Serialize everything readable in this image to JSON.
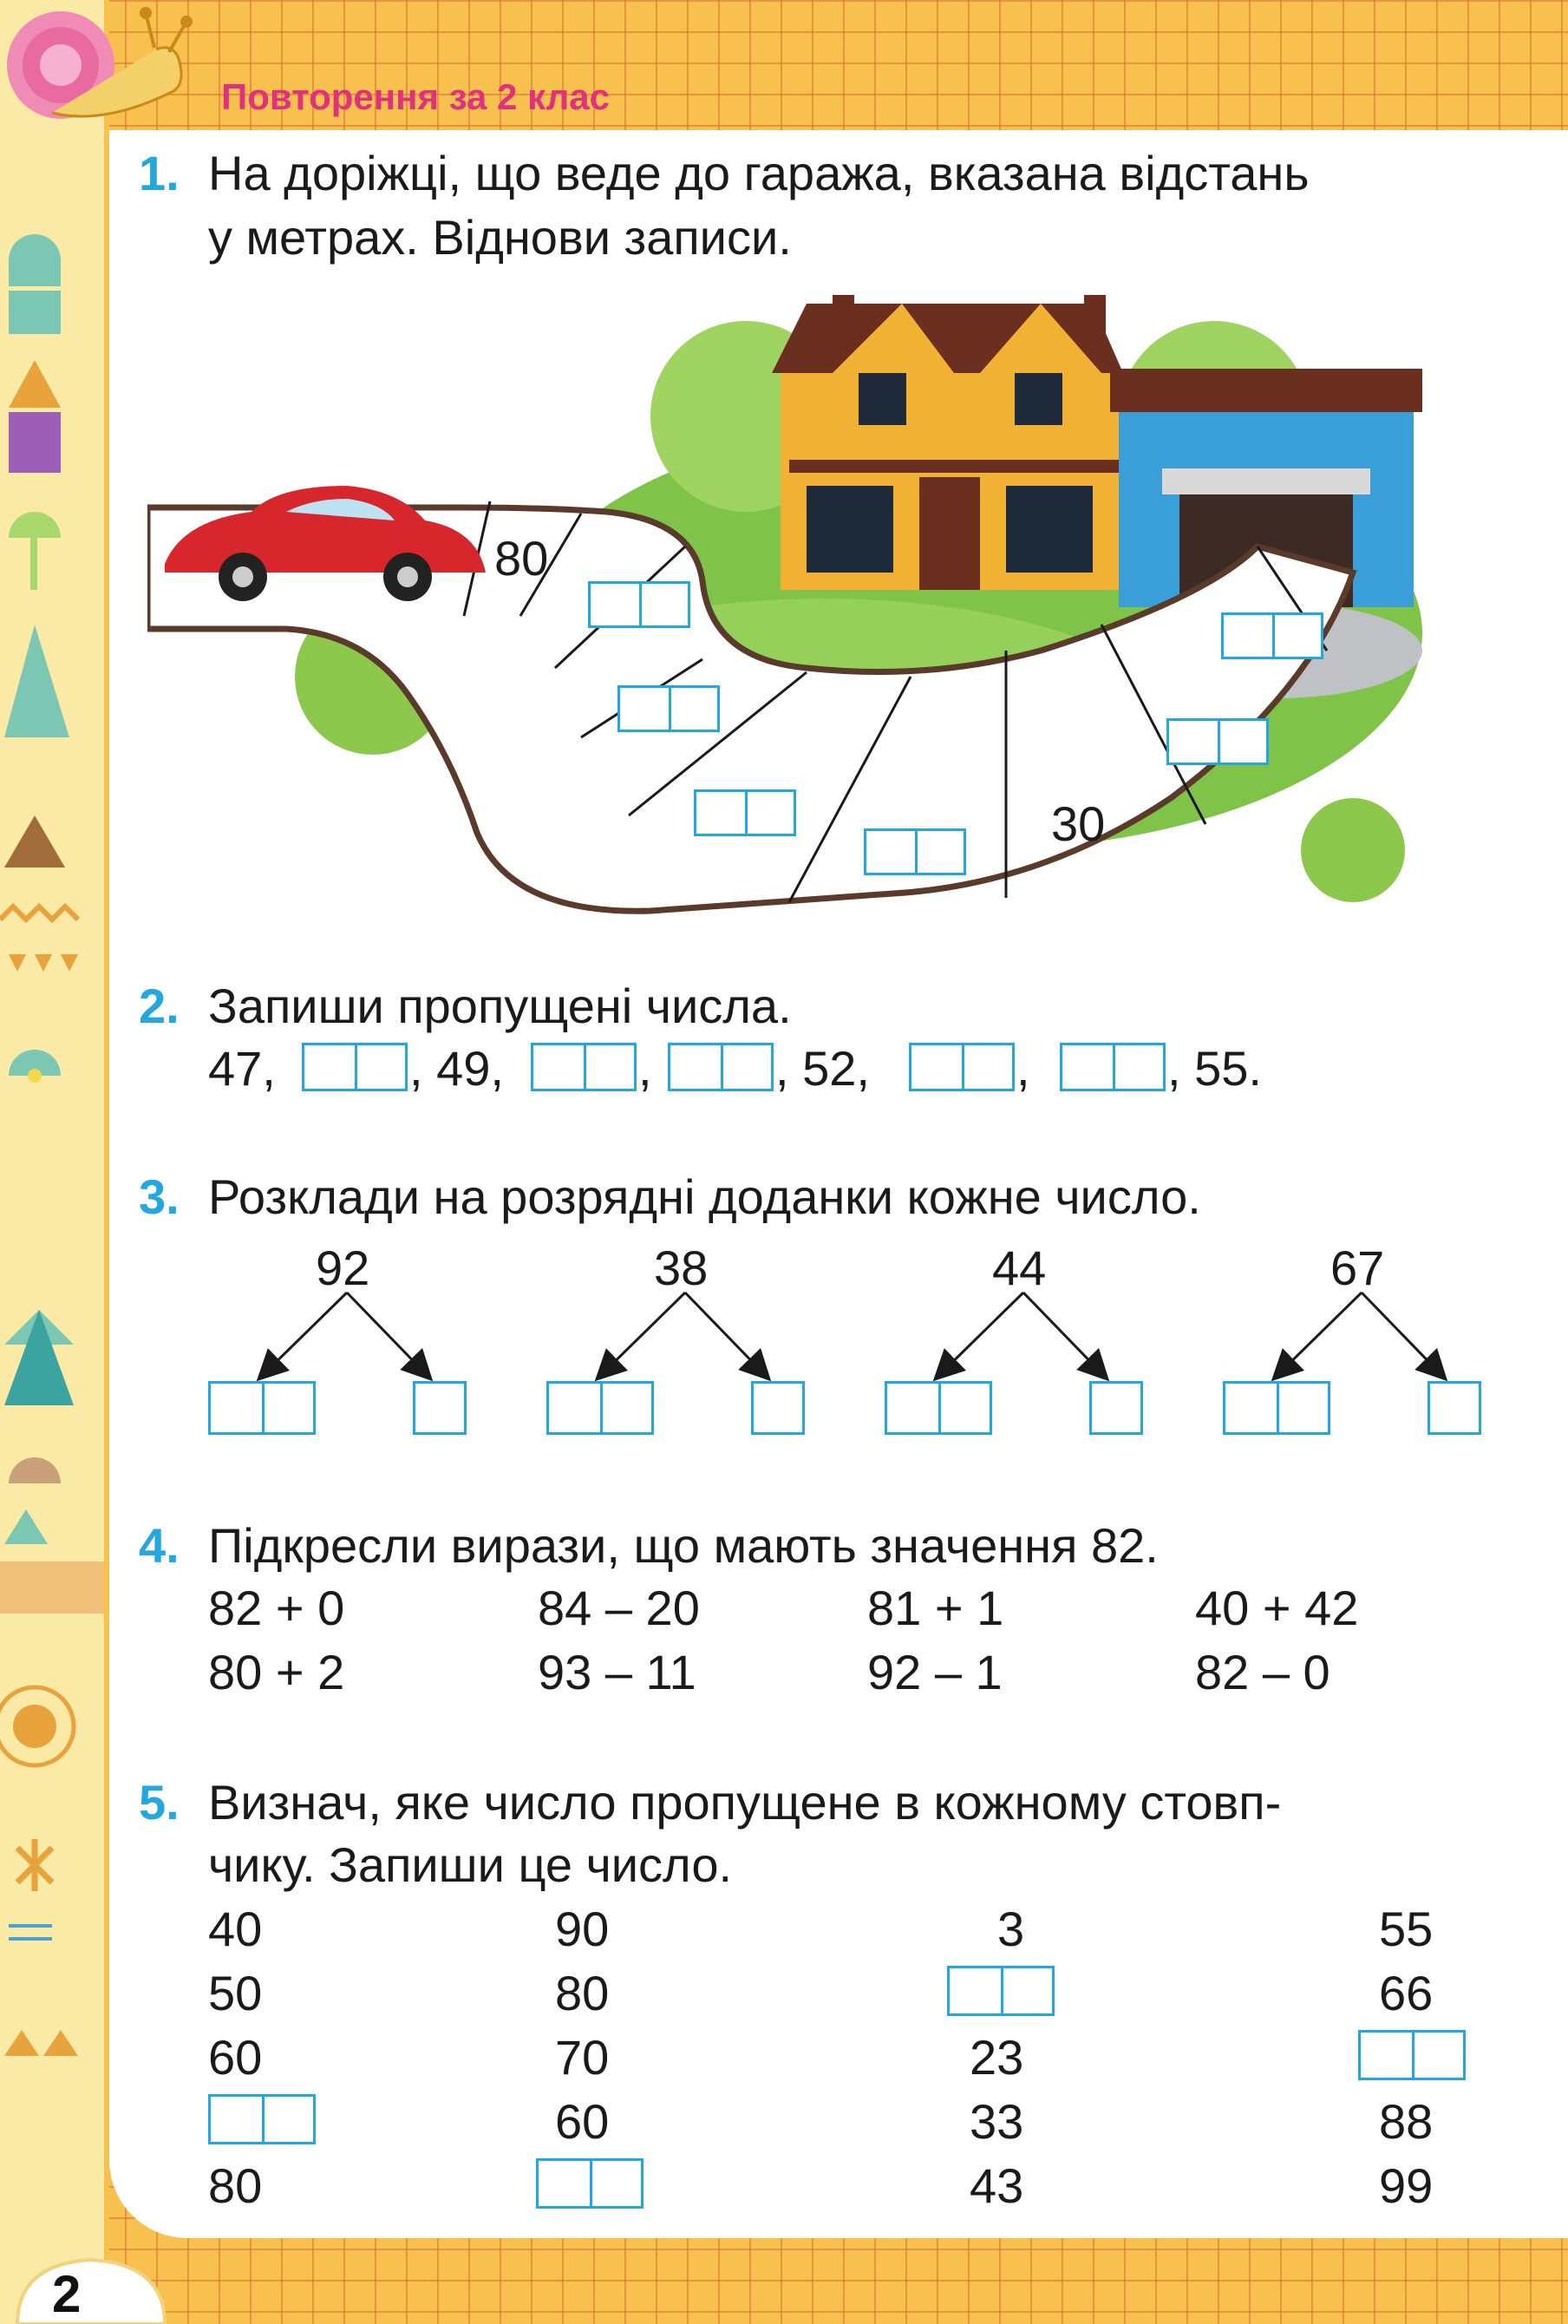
{
  "header": {
    "title": "Повторення за 2 клас",
    "page_number": "2"
  },
  "task1": {
    "number": "1.",
    "line1": "На доріжці, що веде до гаража, вказана відстань",
    "line2": "у метрах. Віднови записи.",
    "road_values": [
      "80",
      "30"
    ]
  },
  "task2": {
    "number": "2.",
    "text": "Запиши пропущені числа.",
    "items": [
      "47,",
      ", 49,",
      ",",
      ", 52,",
      ",",
      ", 55."
    ]
  },
  "task3": {
    "number": "3.",
    "text": "Розклади на розрядні доданки кожне число.",
    "numbers": [
      "92",
      "38",
      "44",
      "67"
    ]
  },
  "task4": {
    "number": "4.",
    "text": "Підкресли вирази, що мають значення 82.",
    "row1": [
      "82 + 0",
      "84 – 20",
      "81 + 1",
      "40 + 42"
    ],
    "row2": [
      "80 + 2",
      "93 – 11",
      "92 – 1",
      "82 – 0"
    ]
  },
  "task5": {
    "number": "5.",
    "line1": "Визнач, яке число пропущене в кожному стовп-",
    "line2": "чику. Запиши це число.",
    "col1": [
      "40",
      "50",
      "60",
      "",
      "80"
    ],
    "col2": [
      "90",
      "80",
      "70",
      "60",
      ""
    ],
    "col3": [
      "3",
      "",
      "23",
      "33",
      "43"
    ],
    "col4": [
      "55",
      "66",
      "",
      "88",
      "99"
    ]
  },
  "colors": {
    "accent_blue": "#23a7de",
    "title_pink": "#e0307e",
    "grid_orange": "#f7c04f"
  }
}
